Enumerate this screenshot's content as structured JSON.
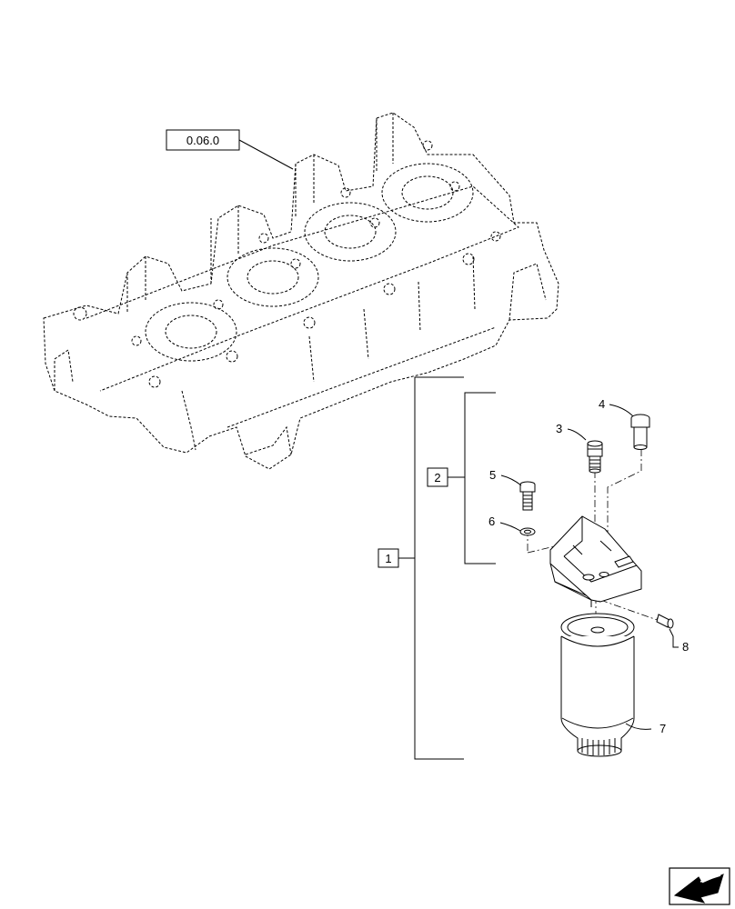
{
  "reference_box": {
    "text": "0.06.0"
  },
  "group_labels": {
    "outer": "1",
    "inner": "2"
  },
  "callouts": {
    "c3": "3",
    "c4": "4",
    "c5": "5",
    "c6": "6",
    "c7": "7",
    "c8": "8"
  },
  "nav_icon": {
    "name": "next-page-arrow-icon"
  },
  "colors": {
    "line": "#000000",
    "background": "#ffffff"
  }
}
